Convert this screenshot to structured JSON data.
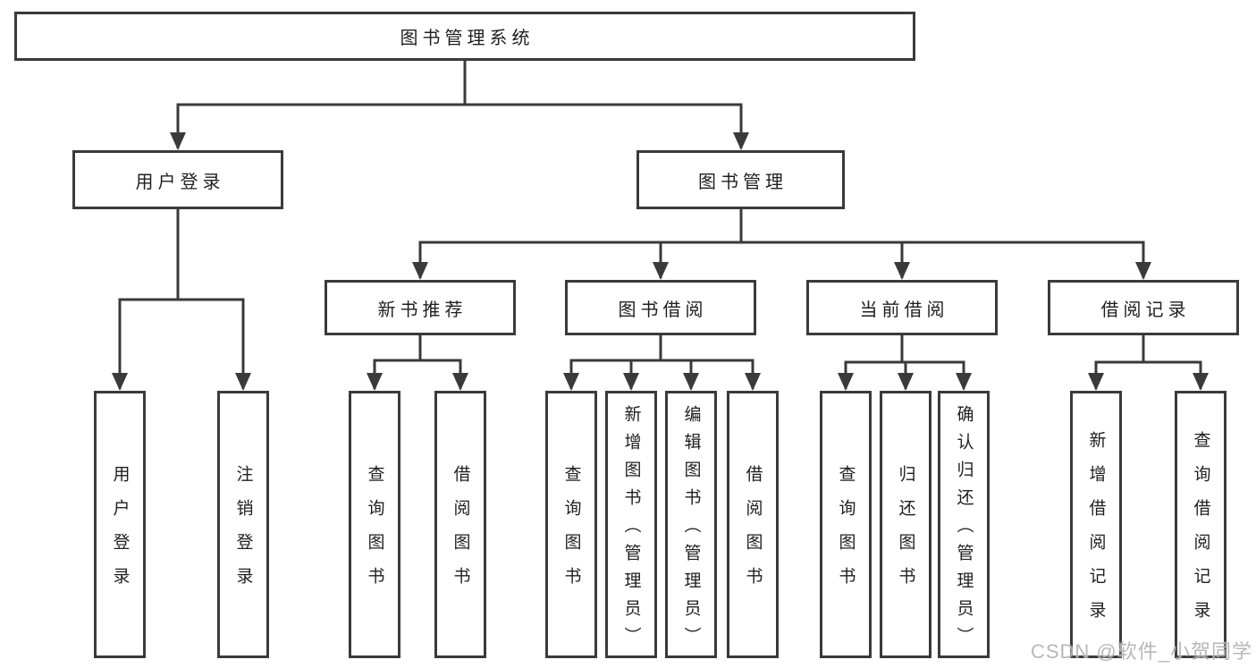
{
  "watermark": "CSDN @软件_小贺同学",
  "colors": {
    "line": "#3a3a3a",
    "text": "#1f1f1f",
    "watermark": "#aaaaaa",
    "background": "#ffffff"
  },
  "tree": {
    "root": {
      "label": "图书管理系统"
    },
    "level2": [
      {
        "label": "用户登录",
        "parent": "图书管理系统"
      },
      {
        "label": "图书管理",
        "parent": "图书管理系统"
      }
    ],
    "level3": [
      {
        "label": "新书推荐",
        "parent": "图书管理"
      },
      {
        "label": "图书借阅",
        "parent": "图书管理"
      },
      {
        "label": "当前借阅",
        "parent": "图书管理"
      },
      {
        "label": "借阅记录",
        "parent": "图书管理"
      }
    ],
    "level4": [
      {
        "label": "用户登录",
        "parent": "用户登录"
      },
      {
        "label": "注销登录",
        "parent": "用户登录"
      },
      {
        "label": "查询图书",
        "parent": "新书推荐"
      },
      {
        "label": "借阅图书",
        "parent": "新书推荐"
      },
      {
        "label": "查询图书",
        "parent": "图书借阅"
      },
      {
        "label": "新增图书（管理员）",
        "parent": "图书借阅"
      },
      {
        "label": "编辑图书（管理员）",
        "parent": "图书借阅"
      },
      {
        "label": "借阅图书",
        "parent": "图书借阅"
      },
      {
        "label": "查询图书",
        "parent": "当前借阅"
      },
      {
        "label": "归还图书",
        "parent": "当前借阅"
      },
      {
        "label": "确认归还（管理员）",
        "parent": "当前借阅"
      },
      {
        "label": "新增借阅记录",
        "parent": "借阅记录"
      },
      {
        "label": "查询借阅记录",
        "parent": "借阅记录"
      }
    ]
  }
}
